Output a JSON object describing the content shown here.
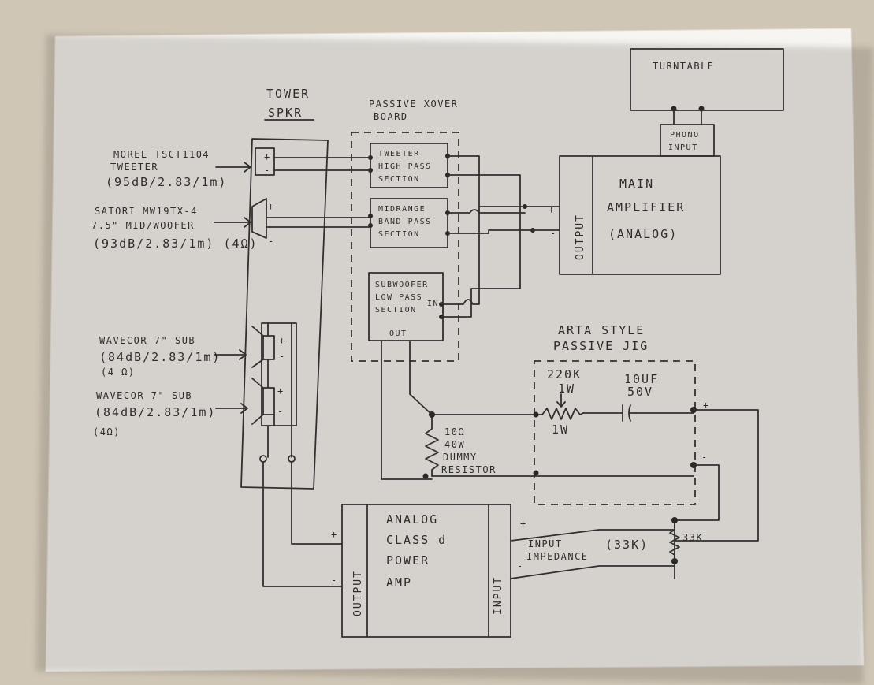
{
  "colors": {
    "background": "#cfc6b6",
    "paper": "#f6f5f1",
    "ink": "#2f2f2f"
  },
  "turntable": {
    "title": "TURNTABLE"
  },
  "phono": {
    "line1": "PHONO",
    "line2": "INPUT"
  },
  "main_amp": {
    "line1": "MAIN",
    "line2": "AMPLIFIER",
    "line3": "(ANALOG)",
    "output_label": "OUTPUT",
    "plus": "+",
    "minus": "-"
  },
  "tower": {
    "line1": "TOWER",
    "line2": "SPKR"
  },
  "xover": {
    "line1": "PASSIVE XOVER",
    "line2": "BOARD",
    "tweeter_section": {
      "line1": "TWEETER",
      "line2": "HIGH PASS",
      "line3": "SECTION"
    },
    "midrange_section": {
      "line1": "MIDRANGE",
      "line2": "BAND PASS",
      "line3": "SECTION"
    },
    "sub_section": {
      "line1": "SUBWOOFER",
      "line2": "LOW PASS",
      "line3": "SECTION",
      "in_label": "IN",
      "out_label": "OUT"
    }
  },
  "tweeter_label": {
    "line1": "MOREL TSCT1104",
    "line2": "TWEETER",
    "line3": "(95dB/2.83/1m)"
  },
  "woofer_label": {
    "line1": "SATORI MW19TX-4",
    "line2": "7.5\" MID/WOOFER",
    "line3": "(93dB/2.83/1m) (4Ω)"
  },
  "sub1_label": {
    "line1": "WAVECOR 7\" SUB",
    "line2": "(84dB/2.83/1m)",
    "line3": "(4 Ω)"
  },
  "sub2_label": {
    "line1": "WAVECOR 7\" SUB",
    "line2": "(84dB/2.83/1m)",
    "line3": "(4Ω)"
  },
  "arta": {
    "line1": "ARTA STYLE",
    "line2": "PASSIVE JIG",
    "pot": {
      "line1": "220K",
      "line2": "1W",
      "line3": "1W"
    },
    "cap": {
      "line1": "10UF",
      "line2": "50V"
    },
    "dummy": {
      "line1": "10Ω",
      "line2": "40W",
      "line3": "DUMMY",
      "line4": "RESISTOR"
    }
  },
  "class_d_amp": {
    "line1": "ANALOG",
    "line2": "CLASS d",
    "line3": "POWER",
    "line4": "AMP",
    "output_label": "OUTPUT",
    "input_label": "INPUT"
  },
  "input_impedance": {
    "line1": "INPUT",
    "line2": "IMPEDANCE",
    "value": "(33K)",
    "resistor": "33K"
  },
  "signs": {
    "plus": "+",
    "minus": "-"
  }
}
